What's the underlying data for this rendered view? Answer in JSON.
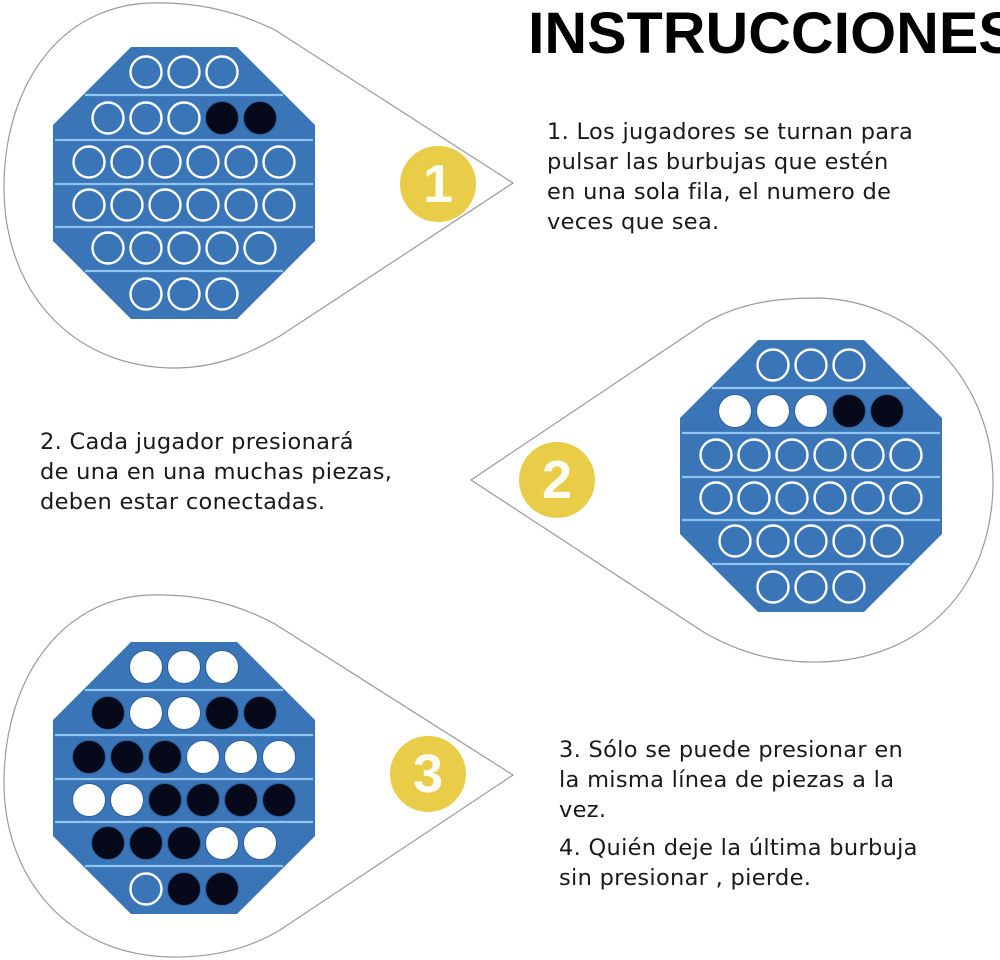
{
  "title": "INSTRUCCIONES",
  "colors": {
    "board_blue": "#3a75b8",
    "board_line": "#8fc4ec",
    "badge_yellow": "#e9cd48",
    "pressed_black": "#05091a",
    "pressed_white": "#ffffff",
    "outline_gray": "#9a9a9a"
  },
  "steps": [
    {
      "number": "1",
      "lines": [
        "1. Los jugadores se turnan para",
        "pulsar las burbujas que estén",
        "en una sola fila, el numero de",
        "veces que sea."
      ]
    },
    {
      "number": "2",
      "lines": [
        "2. Cada jugador presionará",
        "de una en una muchas piezas,",
        "deben estar conectadas."
      ]
    },
    {
      "number": "3",
      "lines": [
        "3. Sólo se puede presionar en",
        "la misma línea de piezas a la",
        "vez."
      ]
    },
    {
      "number": "4",
      "lines": [
        "4. Quién deje la última burbuja",
        "sin presionar , pierde."
      ]
    }
  ],
  "boards": [
    {
      "name": "board-step-1",
      "rows": [
        [
          "o",
          "o",
          "o"
        ],
        [
          "o",
          "o",
          "o",
          "b",
          "b"
        ],
        [
          "o",
          "o",
          "o",
          "o",
          "o",
          "o"
        ],
        [
          "o",
          "o",
          "o",
          "o",
          "o",
          "o"
        ],
        [
          "o",
          "o",
          "o",
          "o",
          "o"
        ],
        [
          "o",
          "o",
          "o"
        ]
      ]
    },
    {
      "name": "board-step-2",
      "rows": [
        [
          "o",
          "o",
          "o"
        ],
        [
          "w",
          "w",
          "w",
          "b",
          "b"
        ],
        [
          "o",
          "o",
          "o",
          "o",
          "o",
          "o"
        ],
        [
          "o",
          "o",
          "o",
          "o",
          "o",
          "o"
        ],
        [
          "o",
          "o",
          "o",
          "o",
          "o"
        ],
        [
          "o",
          "o",
          "o"
        ]
      ]
    },
    {
      "name": "board-step-3",
      "rows": [
        [
          "w",
          "w",
          "w"
        ],
        [
          "b",
          "w",
          "w",
          "b",
          "b"
        ],
        [
          "b",
          "b",
          "b",
          "w",
          "w",
          "w"
        ],
        [
          "w",
          "w",
          "b",
          "b",
          "b",
          "b"
        ],
        [
          "b",
          "b",
          "b",
          "w",
          "w"
        ],
        [
          "o",
          "b",
          "b"
        ]
      ]
    }
  ],
  "legend": {
    "o": "unpressed-bubble",
    "w": "pressed-white-bubble",
    "b": "pressed-black-bubble"
  }
}
